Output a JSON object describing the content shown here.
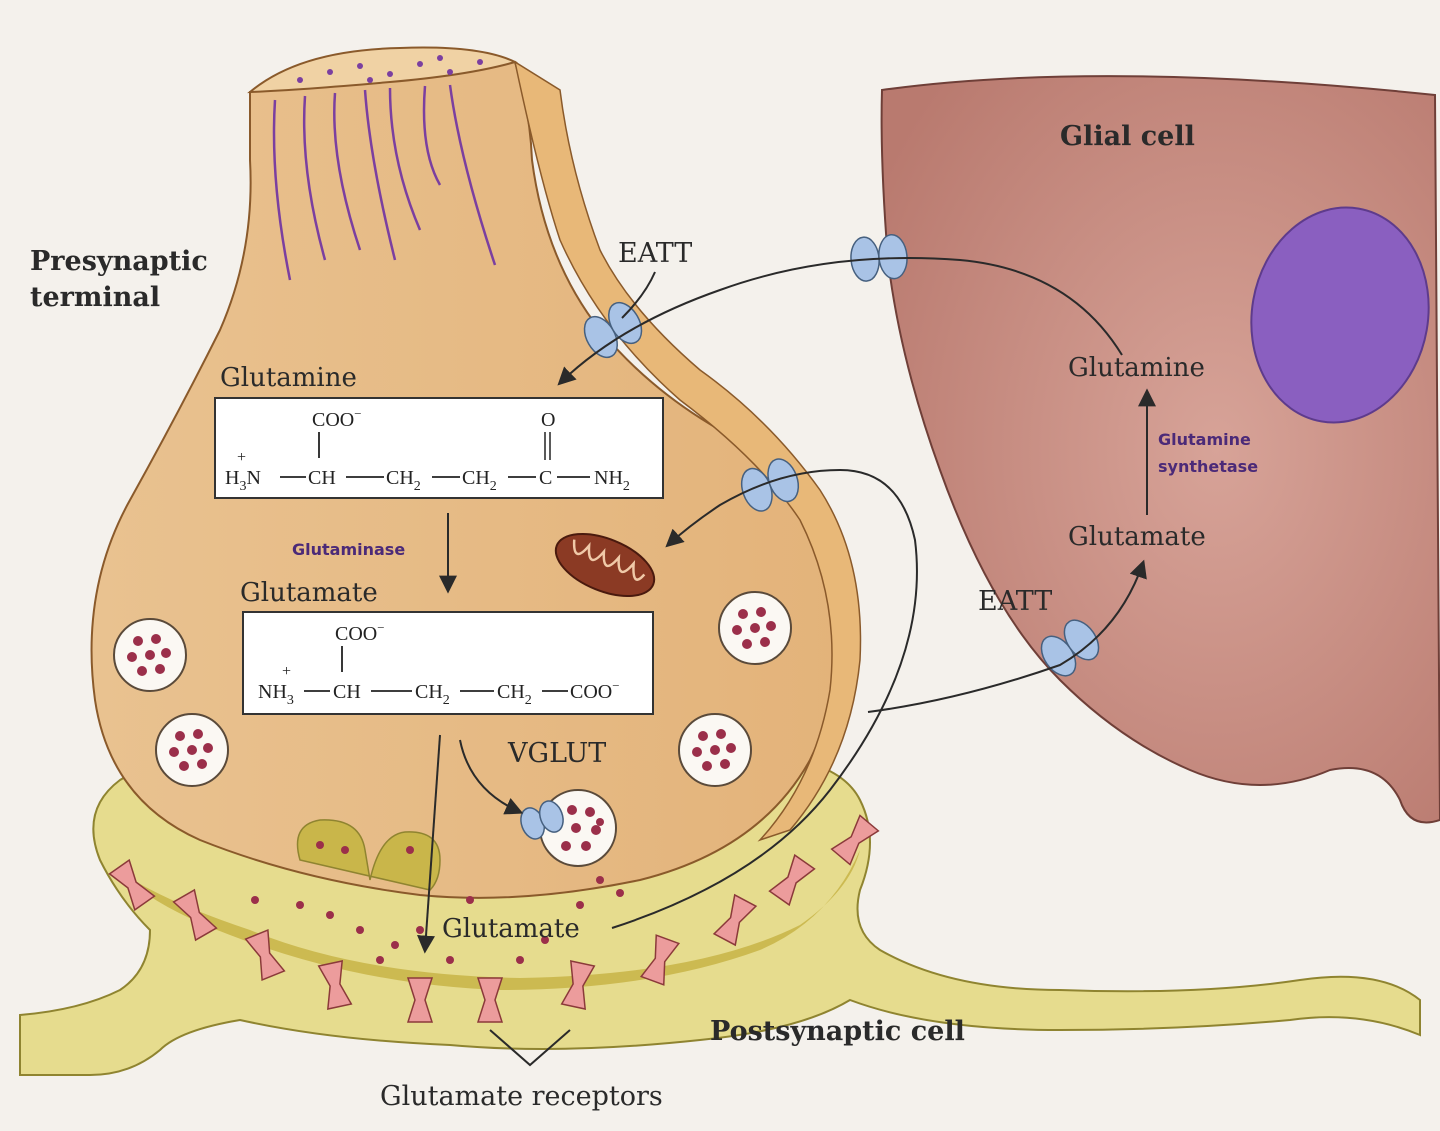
{
  "labels": {
    "presynaptic_line1": "Presynaptic",
    "presynaptic_line2": "terminal",
    "glial_cell": "Glial cell",
    "postsynaptic_cell": "Postsynaptic cell",
    "glutamate_receptors": "Glutamate receptors",
    "eatt_presynaptic": "EATT",
    "eatt_glial": "EATT",
    "vglut": "VGLUT",
    "glutamine_presynaptic": "Glutamine",
    "glutamate_presynaptic": "Glutamate",
    "glutamate_cleft": "Glutamate",
    "glutamine_glial": "Glutamine",
    "glutamate_glial": "Glutamate"
  },
  "enzymes": {
    "glutaminase": "Glutaminase",
    "glutamine_synthetase_line1": "Glutamine",
    "glutamine_synthetase_line2": "synthetase"
  },
  "formulas": {
    "glutamine": {
      "top_group": "COO",
      "top_charge": "−",
      "carbonyl_o": "O",
      "n_charge": "+",
      "amine": "H",
      "amine_sub": "3",
      "amine_tail": "N",
      "ch": "CH",
      "ch2a": "CH",
      "ch2a_sub": "2",
      "ch2b": "CH",
      "ch2b_sub": "2",
      "c": "C",
      "nh2": "NH",
      "nh2_sub": "2"
    },
    "glutamate": {
      "top_group": "COO",
      "top_charge": "−",
      "n_charge": "+",
      "amine": "NH",
      "amine_sub": "3",
      "ch": "CH",
      "ch2a": "CH",
      "ch2a_sub": "2",
      "ch2b": "CH",
      "ch2b_sub": "2",
      "coo": "COO",
      "coo_charge": "−"
    }
  },
  "colors": {
    "presynaptic_fill": "#e8bf8c",
    "presynaptic_stroke": "#8a5a2b",
    "glial_fill": "#c98f84",
    "nucleus_fill": "#8a5fc0",
    "postsynaptic_fill": "#e6dc8e",
    "cleft_fill": "#c9b64a",
    "transporter_fill": "#a9c3e6",
    "receptor_fill": "#ec9c9c",
    "vesicle_dot": "#9b2f4a",
    "mitochondrion_fill": "#8b3a24",
    "enzyme_text": "#4b2a78"
  }
}
